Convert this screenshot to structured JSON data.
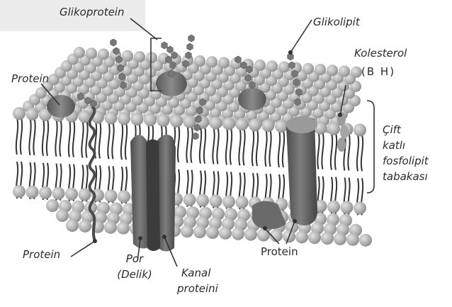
{
  "labels": {
    "glycoprotein": "Glikoprotein",
    "glycolipid": "Glikolipit",
    "cholesterol": "Kolesterol",
    "cholesterol_paren": "(B H)",
    "protein_top_left": "Protein",
    "protein_bottom_left": "Protein",
    "pore_line1": "Por",
    "pore_line2": "(Delik)",
    "channel_line1": "Kanal",
    "channel_line2": "proteini",
    "protein_bottom_right": "Protein",
    "bilayer_line1": "Çift",
    "bilayer_line2": "katlı",
    "bilayer_line3": "fosfolipit",
    "bilayer_line4": "tabakası"
  },
  "colors": {
    "lipid_head": "#b9b9b9",
    "lipid_head_shade": "#8e8e8e",
    "tail": "#333333",
    "protein": "#6f6f6f",
    "protein_dark": "#4a4a4a",
    "sugar": "#7a7a7a",
    "label_text": "#2b2b2b"
  }
}
